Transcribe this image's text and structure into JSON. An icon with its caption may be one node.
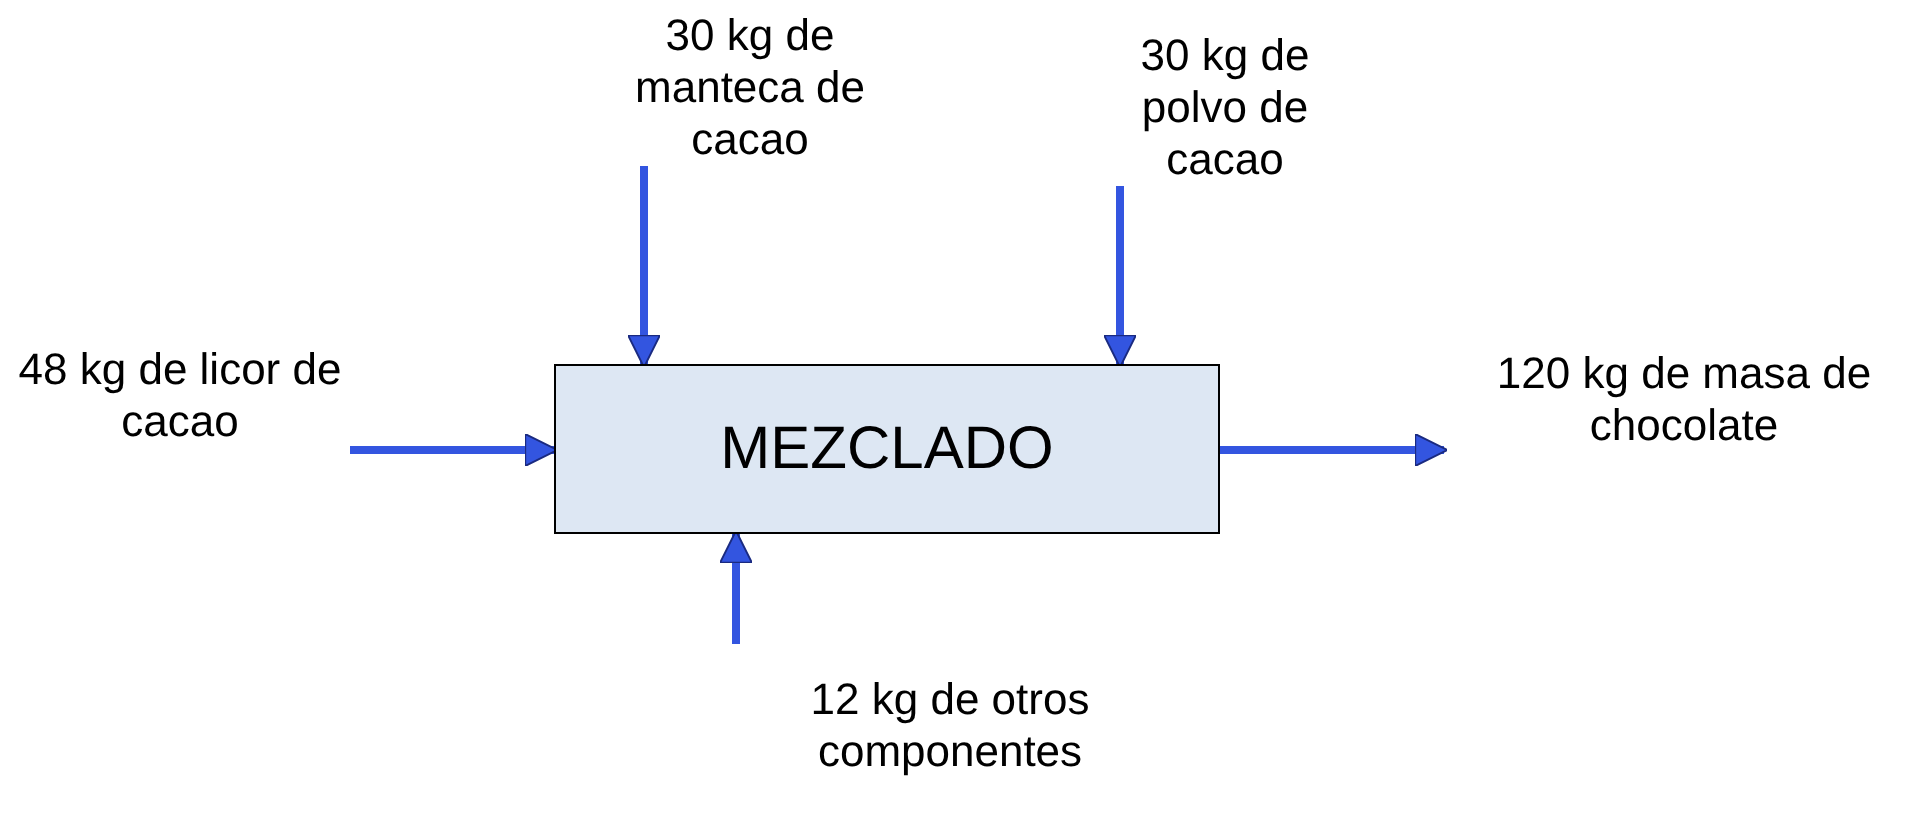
{
  "diagram": {
    "nodes": [
      {
        "text": [
          "MEZCLADO"
        ]
      },
      {
        "text": [
          "48 kg de licor de cacao"
        ]
      },
      {
        "text": [
          "30 kg de manteca de cacao"
        ]
      },
      {
        "text": [
          "30 kg de polvo de cacao"
        ]
      },
      {
        "text": [
          "120 kg de masa de chocolate"
        ]
      },
      {
        "text": [
          "12 kg de otros componentes"
        ]
      }
    ],
    "edges": [
      {
        "from": 1,
        "to": 0,
        "arrow": "to"
      },
      {
        "from": 2,
        "to": 0,
        "arrow": "to"
      },
      {
        "from": 3,
        "to": 0,
        "arrow": "to"
      },
      {
        "from": 0,
        "to": 4,
        "arrow": "to"
      },
      {
        "from": 5,
        "to": 0,
        "arrow": "to"
      }
    ]
  }
}
